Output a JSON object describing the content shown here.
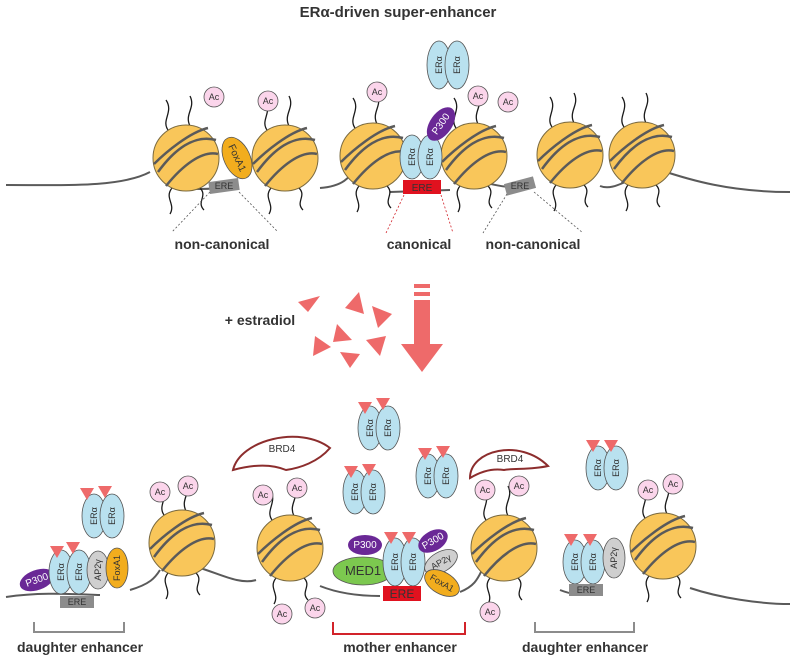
{
  "title": {
    "prefix": "ER",
    "alpha": "α",
    "suffix": "-driven super-enhancer"
  },
  "labels": {
    "non_canonical": "non-canonical",
    "canonical": "canonical",
    "estradiol": "+ estradiol",
    "daughter_enhancer": "daughter enhancer",
    "mother_enhancer": "mother enhancer"
  },
  "proteins": {
    "er_prefix": "ER",
    "er_alpha": "α",
    "p300": "P300",
    "med1": "MED1",
    "brd4": "BRD4",
    "foxa1": "FoxA1",
    "ap2": "AP2γ",
    "ere": "ERE",
    "ac": "Ac"
  },
  "colors": {
    "nucleosome": "#f9c65a",
    "er_alpha": "#b9e1ef",
    "p300": "#6a2896",
    "med1": "#7cc84f",
    "foxa1": "#f2ad1e",
    "ap2": "#cfcfcf",
    "ere_canonical": "#e0121f",
    "ere_noncanonical": "#8c8c8c",
    "acetyl": "#fbd5eb",
    "estradiol": "#ee6a6a",
    "brd4": "#8c2d2d",
    "bracket_mother": "#d2232a",
    "bracket_daughter": "#8c8c8c"
  }
}
